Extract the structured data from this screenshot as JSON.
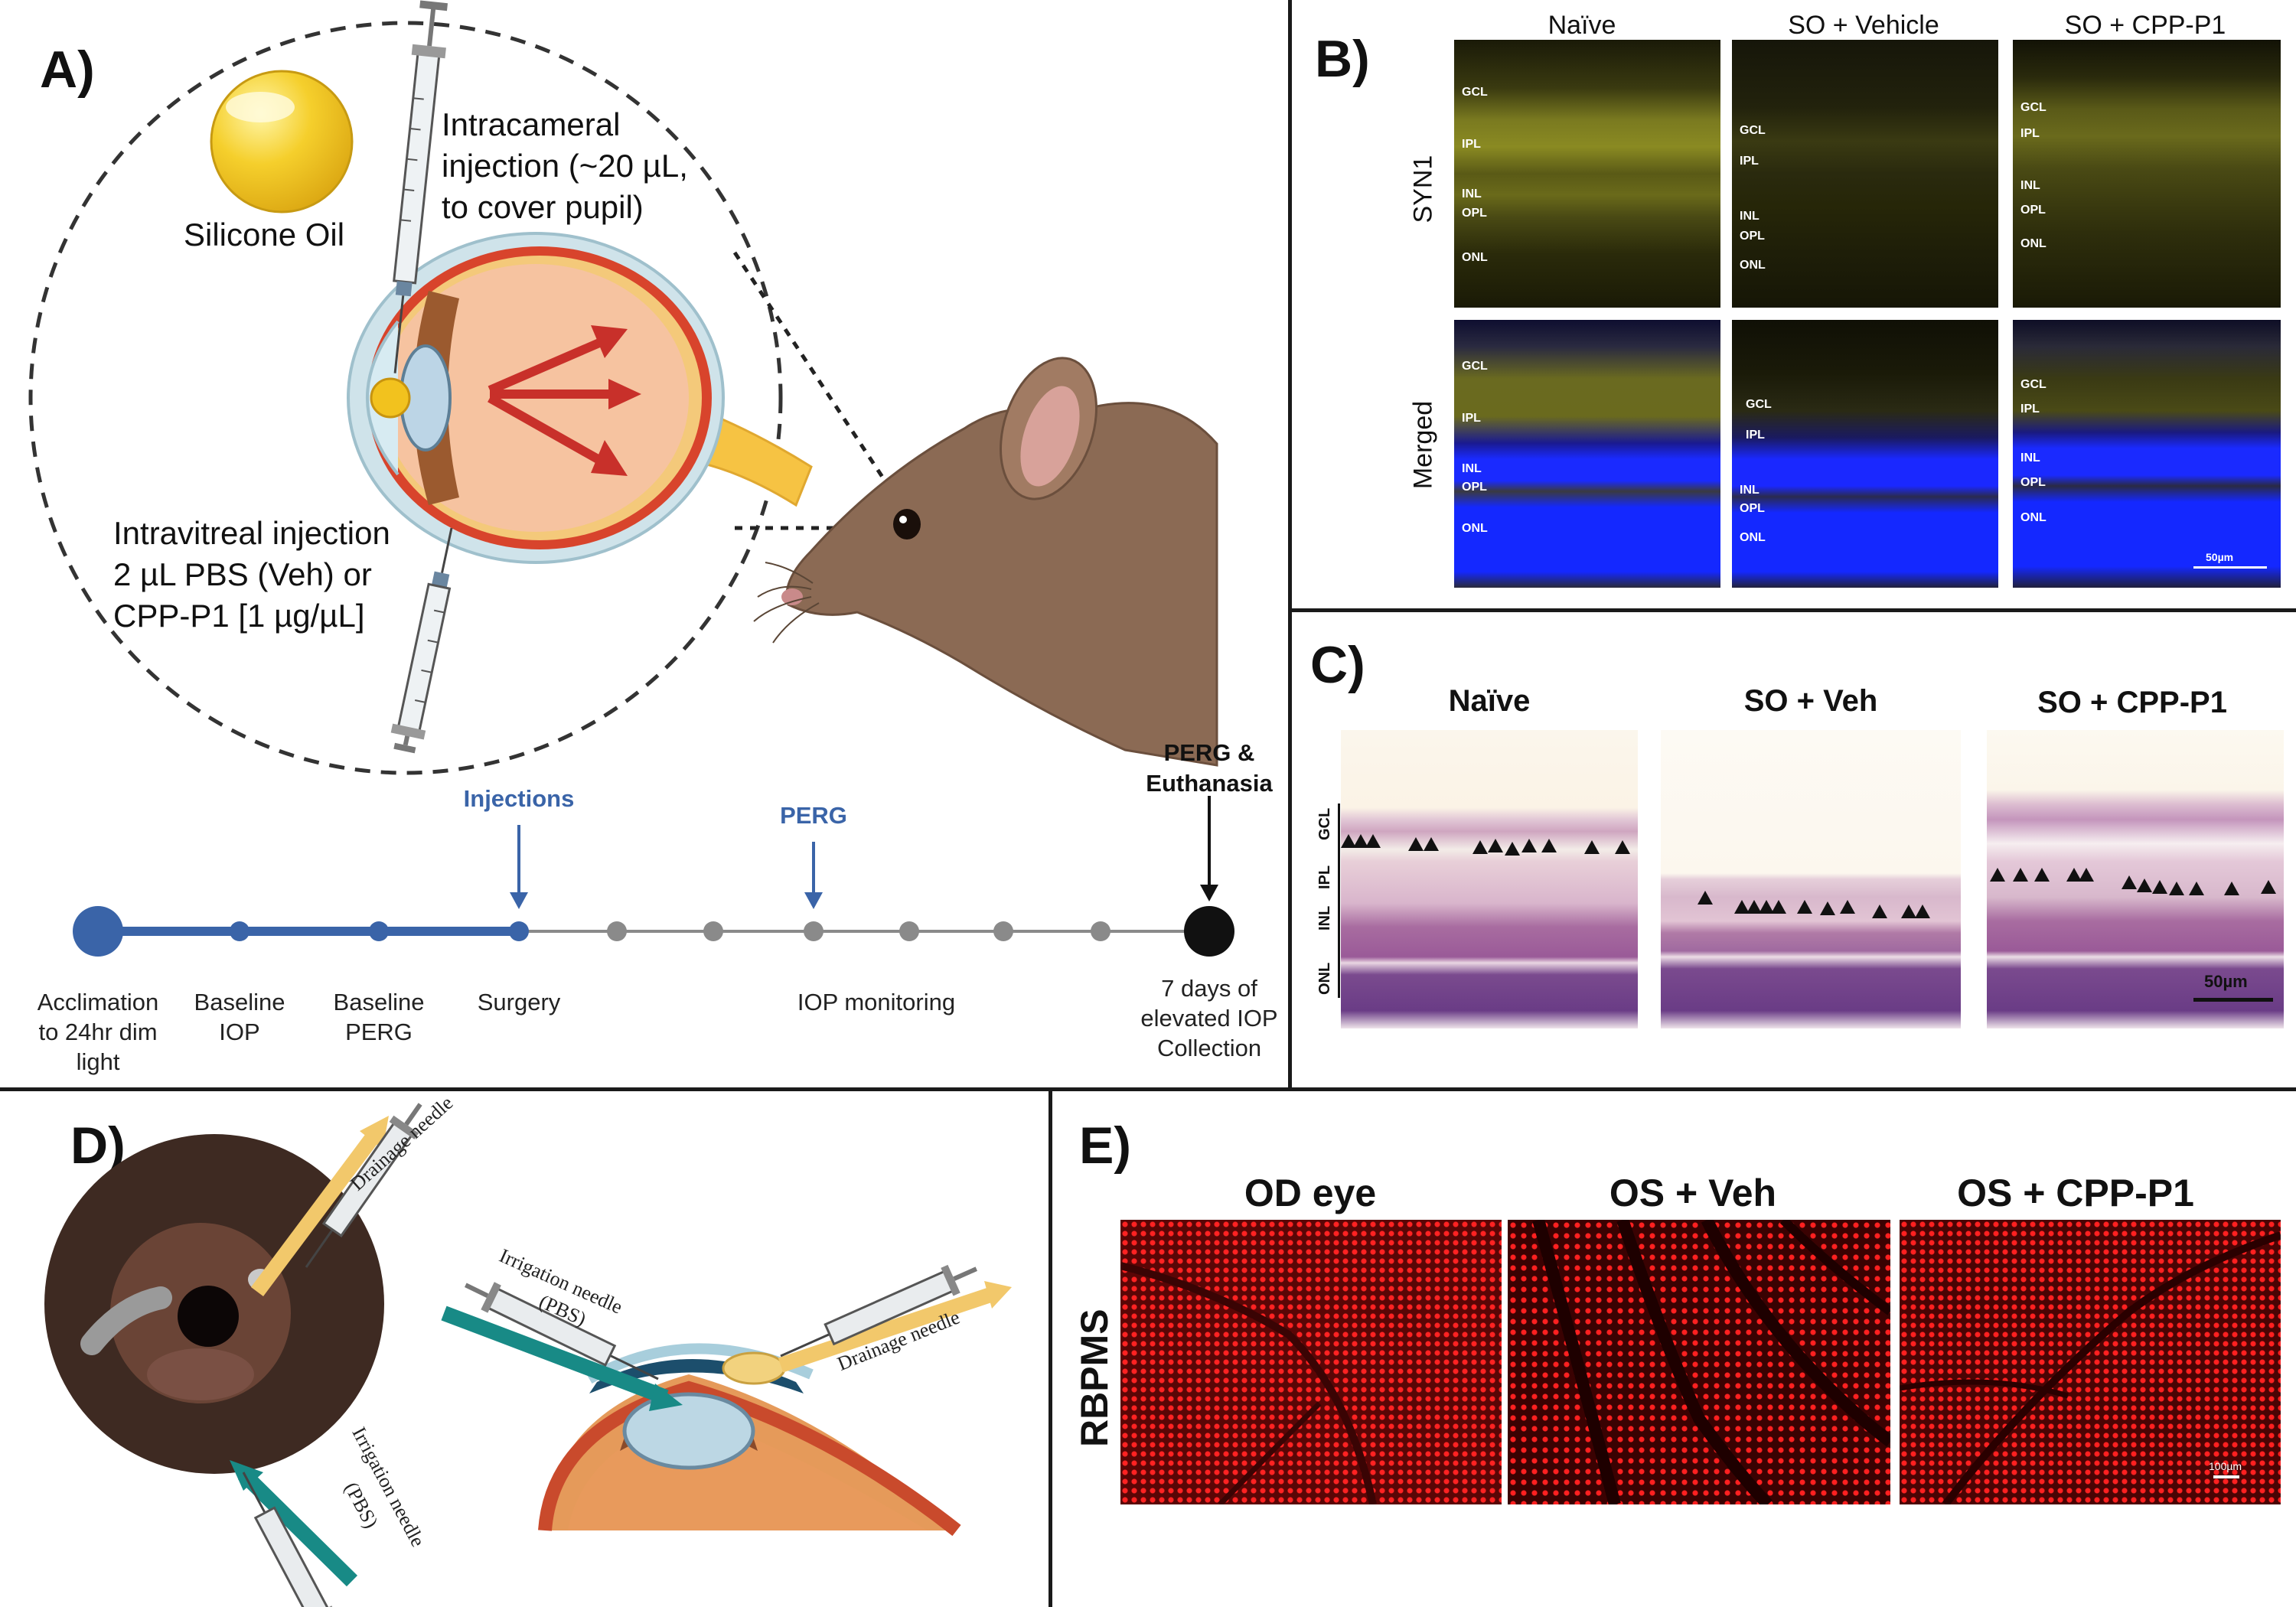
{
  "panels": {
    "a": {
      "letter": "A)",
      "silicone_oil": "Silicone Oil",
      "intracameral": [
        "Intracameral",
        "injection (~20 µL,",
        "to cover pupil)"
      ],
      "intravitreal": [
        "Intravitreal injection",
        "2 µL PBS (Veh) or",
        "CPP-P1 [1 µg/µL]"
      ]
    },
    "timeline": {
      "top_labels": {
        "injections": "Injections",
        "perg": "PERG",
        "perg_euthanasia": [
          "PERG &",
          "Euthanasia"
        ]
      },
      "bottom_labels": {
        "acclimation": [
          "Acclimation",
          "to 24hr dim",
          "light"
        ],
        "baseline_iop": [
          "Baseline",
          "IOP"
        ],
        "baseline_perg": [
          "Baseline",
          "PERG"
        ],
        "surgery": "Surgery",
        "iop_monitoring": "IOP monitoring",
        "end": [
          "7 days of",
          "elevated IOP",
          "Collection"
        ]
      },
      "colors": {
        "done": "#3a64a8",
        "pending": "#8a8a8a",
        "end": "#111111"
      }
    },
    "b": {
      "letter": "B)",
      "columns": [
        "Naïve",
        "SO + Vehicle",
        "SO + CPP-P1"
      ],
      "rows": [
        "SYN1",
        "Merged"
      ],
      "layers": [
        "GCL",
        "IPL",
        "INL",
        "OPL",
        "ONL"
      ],
      "scale": "50µm",
      "colors": {
        "syn1": "#8a8a1a",
        "dapi": "#1428ff"
      }
    },
    "c": {
      "letter": "C)",
      "columns": [
        "Naïve",
        "SO + Veh",
        "SO + CPP-P1"
      ],
      "layers": [
        "GCL",
        "IPL",
        "INL",
        "ONL"
      ],
      "scale": "50µm"
    },
    "d": {
      "letter": "D)",
      "drainage_needle": "Drainage needle",
      "irrigation_needle": [
        "Irrigation needle",
        "(PBS)"
      ],
      "irrigation_needle_2": [
        "Irrigation needle",
        "(PBS)"
      ],
      "drainage_needle_2": "Drainage needle"
    },
    "e": {
      "letter": "E)",
      "columns": [
        "OD eye",
        "OS + Veh",
        "OS + CPP-P1"
      ],
      "row_label": "RBPMS",
      "scale": "100µm",
      "colors": {
        "cells": "#ff1a1a",
        "bg": "#4a0000"
      }
    }
  }
}
